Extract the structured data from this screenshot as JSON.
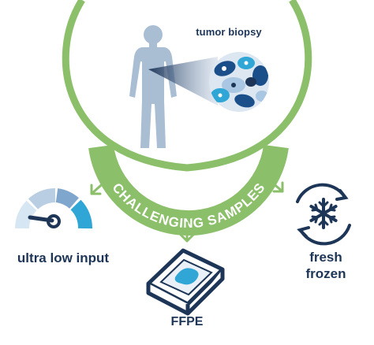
{
  "diagram": {
    "center_label": "tumor biopsy",
    "banner_text": "CHALLENGING SAMPLES",
    "sample_types": [
      {
        "label": "ultra low input",
        "icon": "gauge-icon"
      },
      {
        "label": "FFPE",
        "icon": "ffpe-block-icon"
      },
      {
        "label": "fresh frozen",
        "line1": "fresh",
        "line2": "frozen",
        "icon": "snowflake-icon"
      }
    ]
  },
  "colors": {
    "arc_green": "#8cbf6a",
    "navy": "#1d3557",
    "body_blue": "#a9bdd3",
    "accent_blue": "#2fa6d6",
    "dark_blue": "#1b4f8a",
    "light_blue": "#cfdfee"
  }
}
